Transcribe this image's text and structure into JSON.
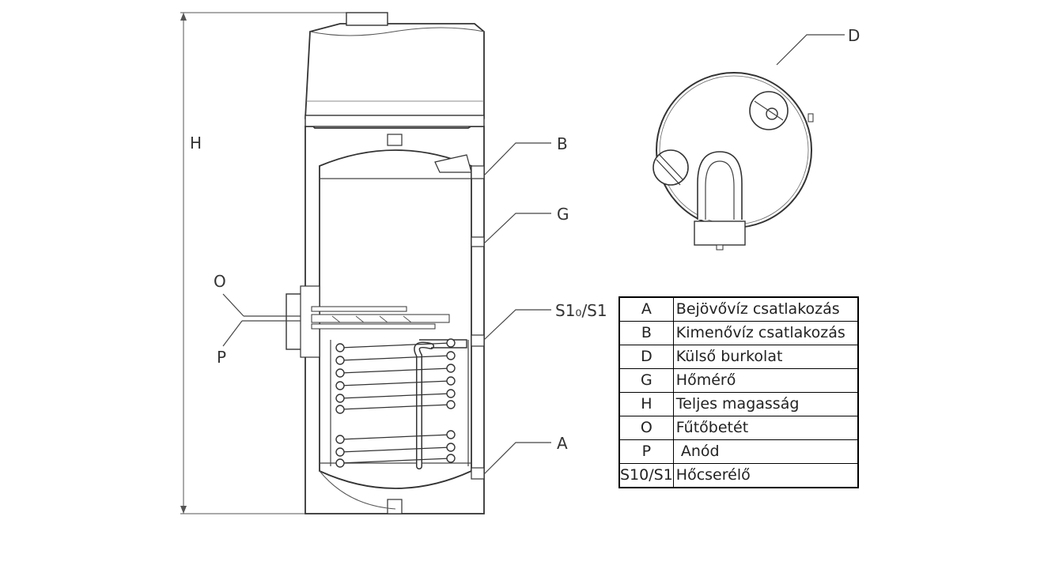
{
  "callouts": {
    "H": "H",
    "B": "B",
    "G": "G",
    "O": "O",
    "P": "P",
    "S1": "S1₀/S1",
    "A": "A",
    "D": "D"
  },
  "legend": [
    {
      "code": "A",
      "desc": "Bejövővíz csatlakozás"
    },
    {
      "code": "B",
      "desc": "Kimenővíz csatlakozás"
    },
    {
      "code": "D",
      "desc": "Külső burkolat"
    },
    {
      "code": "G",
      "desc": "Hőmérő"
    },
    {
      "code": "H",
      "desc": "Teljes magasság"
    },
    {
      "code": "O",
      "desc": "Fűtőbetét"
    },
    {
      "code": "P",
      "desc": " Anód"
    },
    {
      "code": "S10/S1",
      "desc": "Hőcserélő"
    }
  ]
}
